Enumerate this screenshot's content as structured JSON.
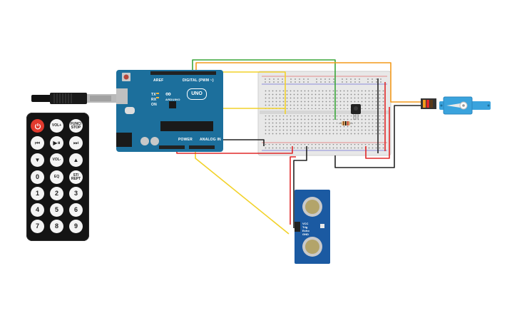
{
  "remote": {
    "power_icon": "power-icon",
    "buttons": [
      {
        "label": "VOL+"
      },
      {
        "label": "FUNC/ STOP"
      },
      {
        "label": "⏮"
      },
      {
        "label": "▶⏸"
      },
      {
        "label": "⏭"
      },
      {
        "label": "▼"
      },
      {
        "label": "VOL-"
      },
      {
        "label": "▲"
      },
      {
        "label": "0"
      },
      {
        "label": "EQ"
      },
      {
        "label": "ST/ REPT"
      },
      {
        "label": "1"
      },
      {
        "label": "2"
      },
      {
        "label": "3"
      },
      {
        "label": "4"
      },
      {
        "label": "5"
      },
      {
        "label": "6"
      },
      {
        "label": "7"
      },
      {
        "label": "8"
      },
      {
        "label": "9"
      }
    ]
  },
  "arduino": {
    "brand": "ARDUINO",
    "logo": "∞",
    "model": "UNO",
    "digital_label": "DIGITAL (PWM ~)",
    "power_label": "POWER",
    "analog_label": "ANALOG IN",
    "aref_label": "AREF",
    "tx_label": "TX",
    "rx_label": "RX",
    "on_label": "ON"
  },
  "sensor": {
    "pins": [
      "VCC",
      "Trig",
      "Echo",
      "GND"
    ]
  },
  "colors": {
    "wire_yellow": "#f2d22a",
    "wire_green": "#3aa63a",
    "wire_orange": "#f39a1c",
    "wire_red": "#e02828",
    "wire_black": "#222222",
    "arduino_blue": "#1c6f9c",
    "servo_blue": "#3aa3dd",
    "sensor_blue": "#1b5aa2"
  }
}
